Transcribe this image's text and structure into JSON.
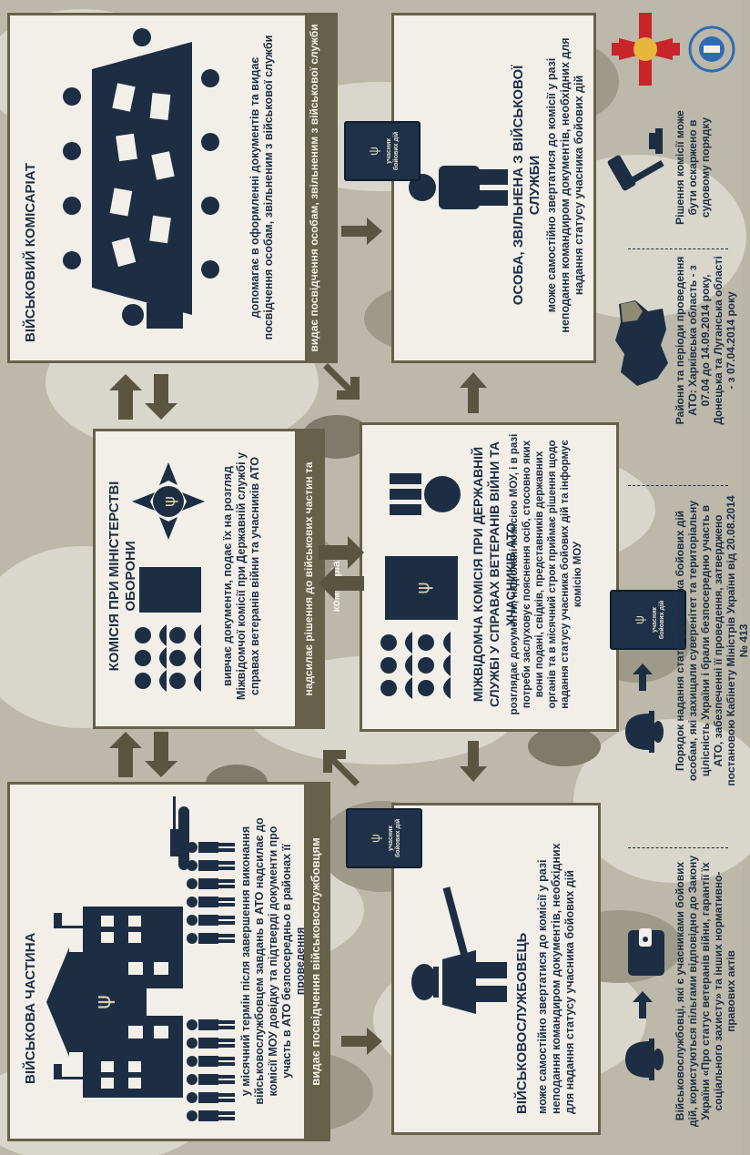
{
  "panels": {
    "military_unit": {
      "title": "Військова частина",
      "text": "у місячний термін після завершення виконання військовослужбовцем завдань в АТО надсилає до комісії МОУ довідку та підтверді документи про участь в АТО безпосередньо в районах її проведення",
      "band": "видає посвідчення військовослужбовцям"
    },
    "ministry_commission": {
      "title": "Комісія при Міністерстві оборони",
      "text": "вивчає документи, подає їх на розгляд Міжвідомчої комісії при Державній службі у справах ветеранів війни та учасників АТО",
      "band": "надсилає рішення до військових частин та комісаріатів"
    },
    "military_commissariat": {
      "title": "Військовий комісаріат",
      "text": "допомагає в оформленні документів та видає посвідчення особам, звільненим з військової служби",
      "band": "видає посвідчення особам, звільненим з військової служби"
    },
    "serviceman": {
      "title": "Військовослужбовець",
      "text": "може самостійно звертатися до комісії у разі неподання командиром документів, необхідних для надання статусу учасника бойових дій"
    },
    "interagency_commission": {
      "title": "Міжвідомча комісія при Державній службі у справах ветеранів війни та учасників АТО",
      "text": "розглядає документи, надіслані комісією МОУ, і в разі потреби заслуховує пояснення осіб, стосовно яких вони подані, свідків, представників державних органів та в місячний строк приймає рішення щодо надання статусу учасника бойових дій та інформує комісію МОУ"
    },
    "discharged_person": {
      "title": "Особа, звільнена з військової служби",
      "text": "може самостійно звертатися до комісії у разі неподання командиром документів, необхідних для надання статусу учасника бойових дій"
    }
  },
  "id_card_label": "учасник бойових дій",
  "notes": {
    "benefits": "Військовослужбовці, які є учасниками бойових дій, користуються пільгами відповідно до Закону України «Про статус ветеранів війни, гарантії їх соціального захисту» та інших нормативно-правових актів",
    "procedure": "Порядок надання статусу учасника бойових дій особам, які захищали суверенітет та територіальну цілісність України і брали безпосередню участь в АТО, забезпеченні її проведення, затверджено постановою Кабінету Міністрів України від 20.08.2014 № 413",
    "regions": "Райони та періоди проведення АТО: Харківська область - з 07.04 до 14.09.2014 року, Донецька та Луганська області - з 07.04.2014 року",
    "appeal": "Рішення комісії може бути оскаржено в судовому порядку"
  },
  "colors": {
    "navy": "#1d2e44",
    "olive": "#66614a",
    "panel_bg": "#f1efe8",
    "arrow": "#5a5540"
  },
  "icons": [
    "tryzub-emblem",
    "soldiers-icon",
    "tank-icon",
    "building-icon",
    "ministry-cross-icon",
    "people-desk-icon",
    "medal-icon",
    "meeting-table-icon",
    "person-icon",
    "soldier-icon",
    "gavel-icon",
    "wallet-icon",
    "helmet-icon",
    "map-icon",
    "ministry-logo",
    "veterans-service-logo"
  ]
}
